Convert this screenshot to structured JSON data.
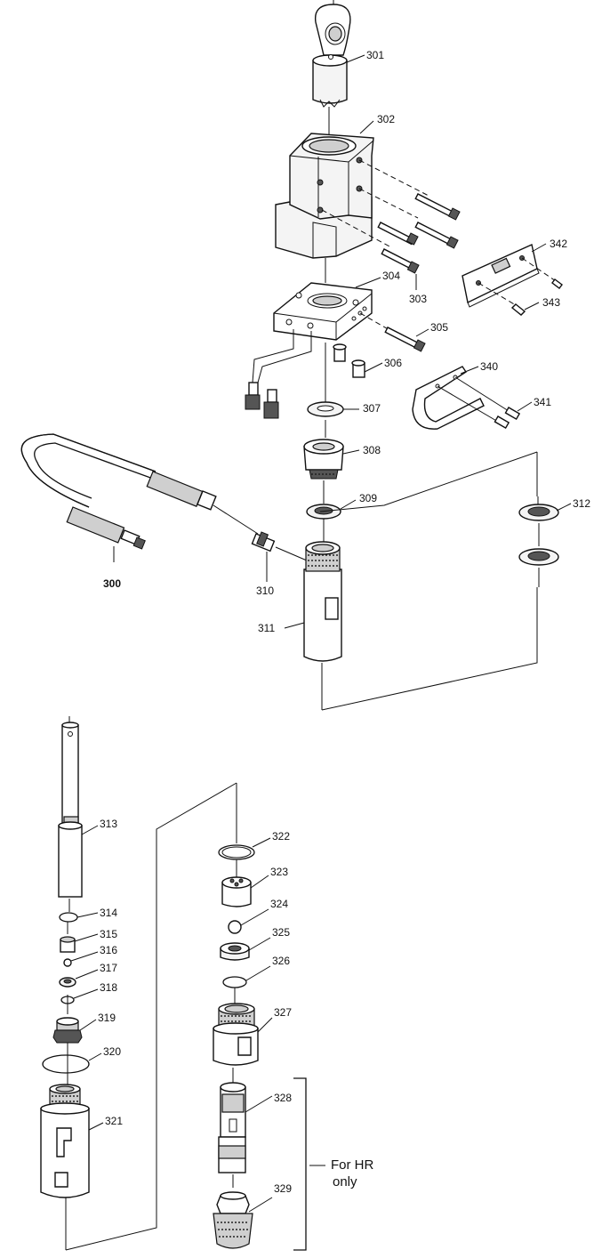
{
  "labels": {
    "p300": "300",
    "p301": "301",
    "p302": "302",
    "p303": "303",
    "p304": "304",
    "p305": "305",
    "p306": "306",
    "p307": "307",
    "p308": "308",
    "p309": "309",
    "p310": "310",
    "p311": "311",
    "p312": "312",
    "p313": "313",
    "p314": "314",
    "p315": "315",
    "p316": "316",
    "p317": "317",
    "p318": "318",
    "p319": "319",
    "p320": "320",
    "p321": "321",
    "p322": "322",
    "p323": "323",
    "p324": "324",
    "p325": "325",
    "p326": "326",
    "p327": "327",
    "p328": "328",
    "p329": "329",
    "p340": "340",
    "p341": "341",
    "p342": "342",
    "p343": "343"
  },
  "bracket_note": {
    "line1": "For HR",
    "line2": "only"
  }
}
